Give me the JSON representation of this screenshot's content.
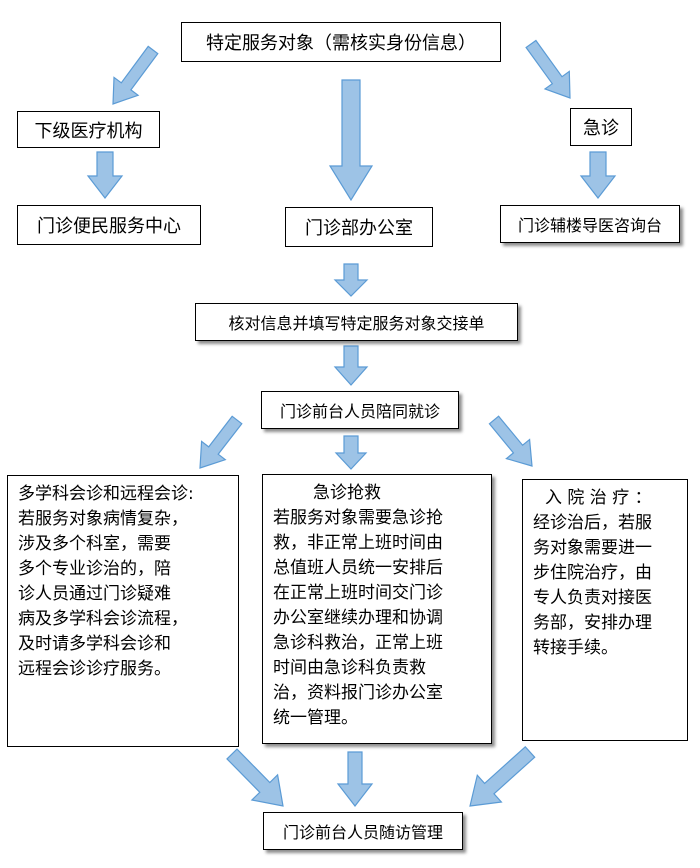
{
  "colors": {
    "arrow_fill": "#9dc3e6",
    "arrow_stroke": "#5b9bd5",
    "box_border": "#000000"
  },
  "nodes": {
    "top": "特定服务对象（需核实身份信息）",
    "lower_institution": "下级医疗机构",
    "emergency": "急诊",
    "convenience_center": "门诊便民服务中心",
    "outpatient_office": "门诊部办公室",
    "consult_desk": "门诊辅楼导医咨询台",
    "verify_form": "核对信息并填写特定服务对象交接单",
    "accompany": "门诊前台人员陪同就诊",
    "followup": "门诊前台人员随访管理"
  },
  "detail_boxes": {
    "left": {
      "title": "多学科会诊和远程会诊:",
      "lines": [
        "若服务对象病情复杂，",
        "涉及多个科室，需要",
        "多个专业诊治的，陪",
        "诊人员通过门诊疑难",
        "病及多学科会诊流程，",
        "及时请多学科会诊和",
        "远程会诊诊疗服务。"
      ]
    },
    "middle": {
      "title": "急诊抢救",
      "lines": [
        "若服务对象需要急诊抢",
        "救，非正常上班时间由",
        "总值班人员统一安排后",
        "在正常上班时间交门诊",
        "办公室继续办理和协调",
        "急诊科救治，正常上班",
        "时间由急诊科负责救",
        "治，资料报门诊办公室",
        "统一管理。"
      ]
    },
    "right": {
      "title": "入 院 治 疗 ：",
      "lines": [
        "经诊治后，若服",
        "务对象需要进一",
        "步住院治疗，由",
        "专人负责对接医",
        "务部，安排办理",
        "转接手续。"
      ]
    }
  }
}
